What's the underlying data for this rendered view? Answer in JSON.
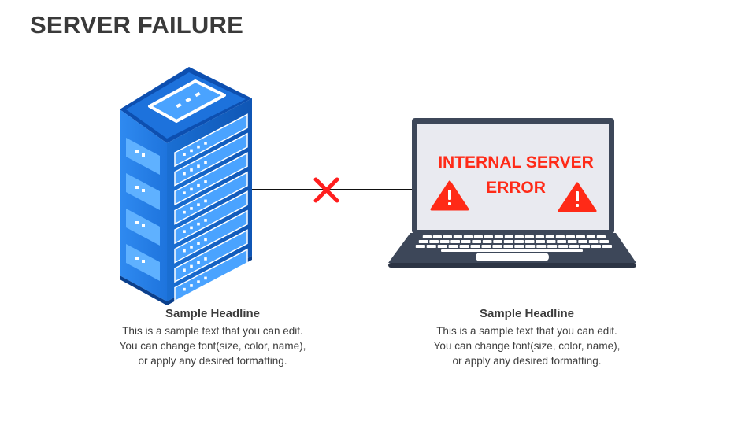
{
  "title": "SERVER FAILURE",
  "laptop": {
    "error_line1": "INTERNAL SERVER",
    "error_line2": "ERROR",
    "warning_icon": "warning-triangle-icon",
    "warning_glyph": "!"
  },
  "connection": {
    "status_icon": "x-mark-icon",
    "status_color": "#ff1e1e"
  },
  "colors": {
    "server_blue": "#1a6fd3",
    "laptop_frame": "#3d4759",
    "screen_bg": "#e9eaf0",
    "error_red": "#ff2a17"
  },
  "captions": [
    {
      "headline": "Sample Headline",
      "body": "This is a sample text that you can edit. You can change font(size, color, name), or apply any desired formatting."
    },
    {
      "headline": "Sample Headline",
      "body": "This is a sample text that you can edit. You can change font(size, color, name), or apply any desired formatting."
    }
  ]
}
